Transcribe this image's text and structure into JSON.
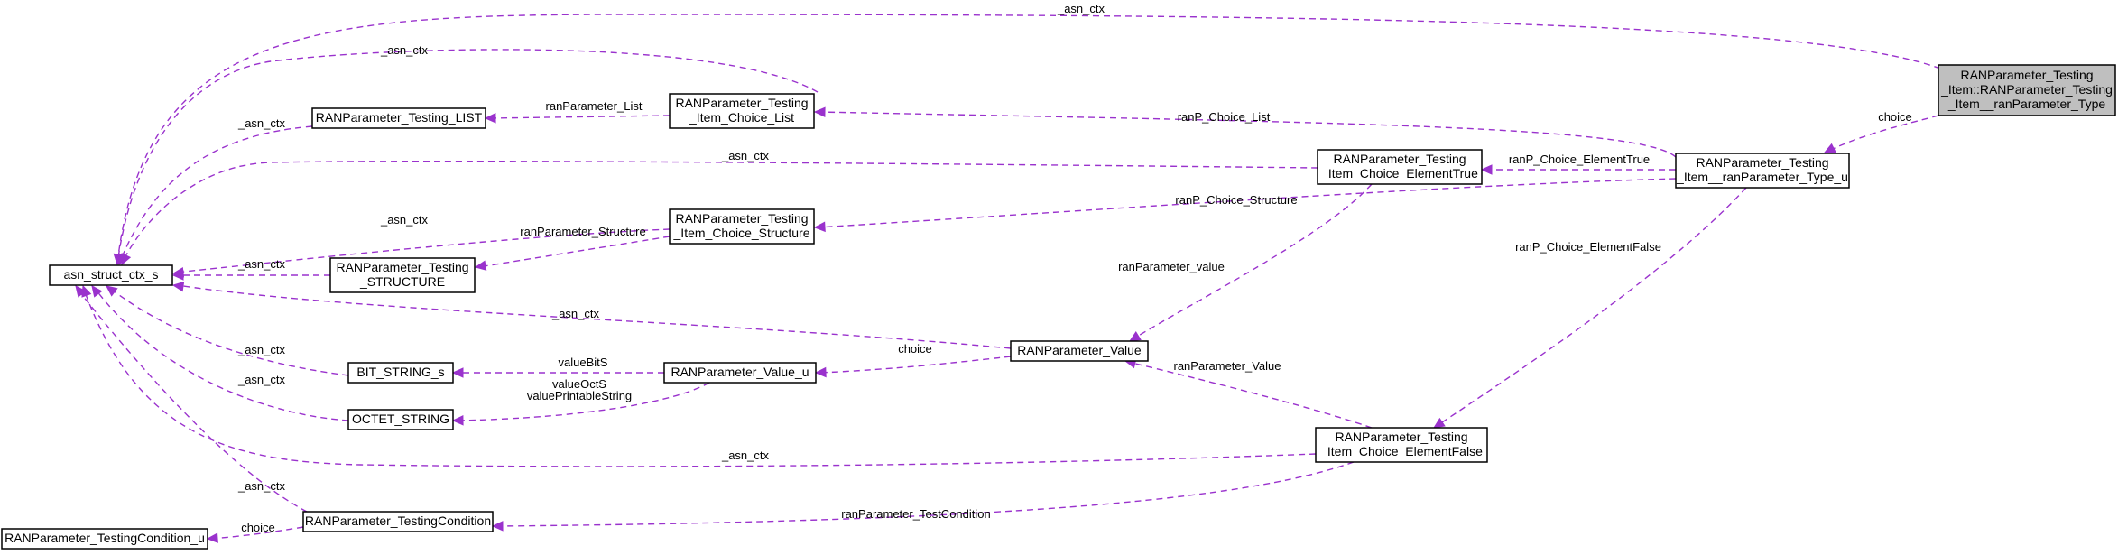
{
  "nodes": {
    "focus": {
      "lines": [
        "RANParameter_Testing",
        "_Item::RANParameter_Testing",
        "_Item__ranParameter_Type"
      ]
    },
    "type_u": {
      "lines": [
        "RANParameter_Testing",
        "_Item__ranParameter_Type_u"
      ]
    },
    "choice_list": {
      "lines": [
        "RANParameter_Testing",
        "_Item_Choice_List"
      ]
    },
    "testing_list": {
      "lines": [
        "RANParameter_Testing_LIST"
      ]
    },
    "asn_ctx_s": {
      "lines": [
        "asn_struct_ctx_s"
      ]
    },
    "elem_true": {
      "lines": [
        "RANParameter_Testing",
        "_Item_Choice_ElementTrue"
      ]
    },
    "choice_structure": {
      "lines": [
        "RANParameter_Testing",
        "_Item_Choice_Structure"
      ]
    },
    "testing_structure": {
      "lines": [
        "RANParameter_Testing",
        "_STRUCTURE"
      ]
    },
    "param_value": {
      "lines": [
        "RANParameter_Value"
      ]
    },
    "value_u": {
      "lines": [
        "RANParameter_Value_u"
      ]
    },
    "bit_string": {
      "lines": [
        "BIT_STRING_s"
      ]
    },
    "octet_string": {
      "lines": [
        "OCTET_STRING"
      ]
    },
    "elem_false": {
      "lines": [
        "RANParameter_Testing",
        "_Item_Choice_ElementFalse"
      ]
    },
    "testing_condition": {
      "lines": [
        "RANParameter_TestingCondition"
      ]
    },
    "testing_condition_u": {
      "lines": [
        "RANParameter_TestingCondition_u"
      ]
    }
  },
  "edges": [
    {
      "from": "focus",
      "to": "asn_ctx_s",
      "labels": [
        "_asn_ctx"
      ]
    },
    {
      "from": "type_u",
      "to": "focus",
      "labels": [
        "choice"
      ]
    },
    {
      "from": "choice_list",
      "to": "asn_ctx_s",
      "labels": [
        "_asn_ctx"
      ]
    },
    {
      "from": "testing_list",
      "to": "asn_ctx_s",
      "labels": [
        "_asn_ctx"
      ]
    },
    {
      "from": "testing_list",
      "to": "choice_list",
      "labels": [
        "ranParameter_List"
      ]
    },
    {
      "from": "choice_list",
      "to": "type_u",
      "labels": [
        "ranP_Choice_List"
      ]
    },
    {
      "from": "elem_true",
      "to": "asn_ctx_s",
      "labels": [
        "_asn_ctx"
      ]
    },
    {
      "from": "elem_true",
      "to": "type_u",
      "labels": [
        "ranP_Choice_ElementTrue"
      ]
    },
    {
      "from": "choice_structure",
      "to": "type_u",
      "labels": [
        "ranP_Choice_Structure"
      ]
    },
    {
      "from": "choice_structure",
      "to": "asn_ctx_s",
      "labels": [
        "_asn_ctx"
      ]
    },
    {
      "from": "testing_structure",
      "to": "choice_structure",
      "labels": [
        "ranParameter_Structure"
      ]
    },
    {
      "from": "testing_structure",
      "to": "asn_ctx_s",
      "labels": [
        "_asn_ctx"
      ]
    },
    {
      "from": "param_value",
      "to": "elem_true",
      "labels": [
        "ranParameter_value"
      ]
    },
    {
      "from": "elem_false",
      "to": "type_u",
      "labels": [
        "ranP_Choice_ElementFalse"
      ]
    },
    {
      "from": "param_value",
      "to": "asn_ctx_s",
      "labels": [
        "_asn_ctx"
      ]
    },
    {
      "from": "value_u",
      "to": "param_value",
      "labels": [
        "choice"
      ]
    },
    {
      "from": "bit_string",
      "to": "value_u",
      "labels": [
        "valueBitS"
      ]
    },
    {
      "from": "bit_string",
      "to": "asn_ctx_s",
      "labels": [
        "_asn_ctx"
      ]
    },
    {
      "from": "octet_string",
      "to": "asn_ctx_s",
      "labels": [
        "_asn_ctx"
      ]
    },
    {
      "from": "octet_string",
      "to": "value_u",
      "labels": [
        "valueOctS",
        "valuePrintableString"
      ]
    },
    {
      "from": "param_value",
      "to": "elem_false",
      "labels": [
        "ranParameter_Value"
      ]
    },
    {
      "from": "elem_false",
      "to": "asn_ctx_s",
      "labels": [
        "_asn_ctx"
      ]
    },
    {
      "from": "testing_condition",
      "to": "elem_false",
      "labels": [
        "ranParameter_TestCondition"
      ]
    },
    {
      "from": "testing_condition",
      "to": "asn_ctx_s",
      "labels": [
        "_asn_ctx"
      ]
    },
    {
      "from": "testing_condition_u",
      "to": "testing_condition",
      "labels": [
        "choice"
      ]
    }
  ]
}
